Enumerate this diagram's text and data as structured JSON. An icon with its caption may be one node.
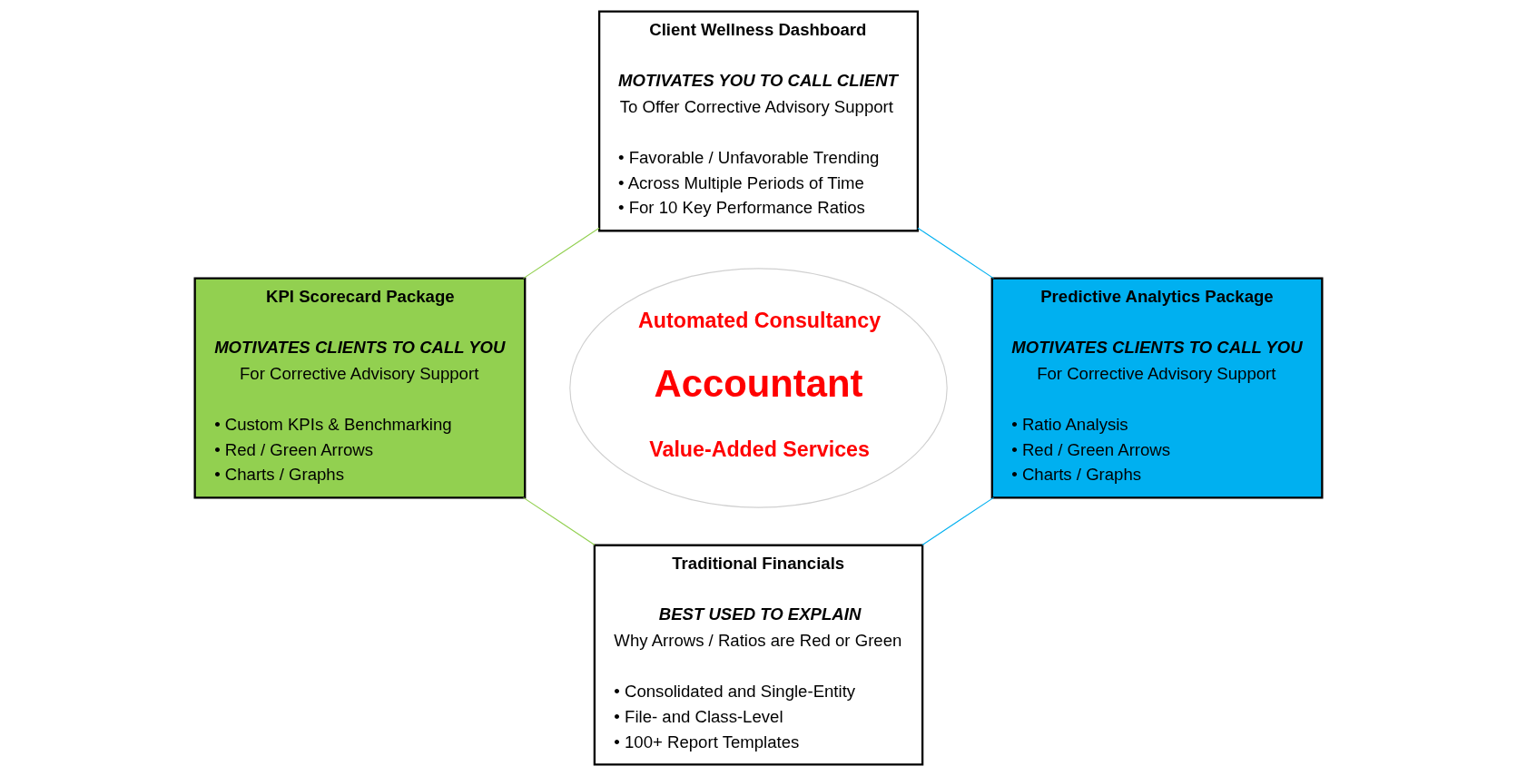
{
  "diagram": {
    "nodes": [
      {
        "text": [
          "Client Wellness Dashboard",
          "MOTIVATES YOU TO CALL CLIENT",
          "To Offer Corrective Advisory Support",
          "• Favorable / Unfavorable Trending",
          "• Across Multiple Periods of Time",
          "• For 10 Key Performance Ratios"
        ]
      },
      {
        "text": [
          "KPI Scorecard Package",
          "MOTIVATES CLIENTS TO CALL YOU",
          "For Corrective Advisory Support",
          "• Custom KPIs & Benchmarking",
          "• Red / Green Arrows",
          "• Charts / Graphs"
        ]
      },
      {
        "text": [
          "Automated Consultancy",
          "Accountant",
          "Value-Added Services"
        ]
      },
      {
        "text": [
          "Predictive Analytics Package",
          "MOTIVATES CLIENTS TO CALL YOU",
          "For Corrective Advisory Support",
          "• Ratio Analysis",
          "• Red / Green Arrows",
          "• Charts / Graphs"
        ]
      },
      {
        "text": [
          "Traditional Financials",
          "BEST USED TO EXPLAIN",
          "Why Arrows / Ratios are Red or Green",
          "• Consolidated and Single-Entity",
          "• File- and Class-Level",
          "• 100+ Report Templates"
        ]
      }
    ],
    "edges": [
      {
        "from": 1,
        "to": 0,
        "arrow": "none",
        "color": "#92d050"
      },
      {
        "from": 0,
        "to": 3,
        "arrow": "none",
        "color": "#00b0f0"
      },
      {
        "from": 1,
        "to": 4,
        "arrow": "none",
        "color": "#92d050"
      },
      {
        "from": 3,
        "to": 4,
        "arrow": "none",
        "color": "#00b0f0"
      }
    ]
  }
}
